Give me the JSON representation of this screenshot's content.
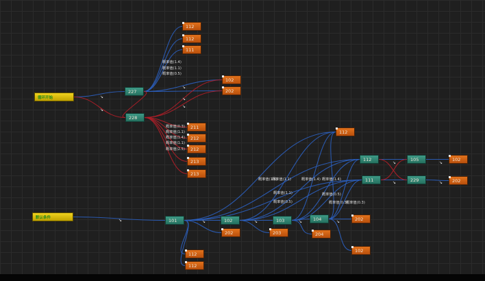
{
  "colors": {
    "background": "#1f1f1f",
    "wire_blue": "#2b5fbf",
    "wire_red": "#b01e28",
    "node_orange": "#d9661a",
    "node_teal": "#2f8a76",
    "node_yellow": "#e6c30a"
  },
  "graph": {
    "nodes": [
      {
        "id": "start1",
        "type": "yellow",
        "label": "循环开始",
        "interactable": true
      },
      {
        "id": "start2",
        "type": "yellow",
        "label": "默认条件",
        "interactable": true
      },
      {
        "id": "t227",
        "type": "teal",
        "label": "227"
      },
      {
        "id": "t228",
        "type": "teal",
        "label": "228"
      },
      {
        "id": "t101",
        "type": "teal",
        "label": "101"
      },
      {
        "id": "t102",
        "type": "teal",
        "label": "102"
      },
      {
        "id": "t103",
        "type": "teal",
        "label": "103"
      },
      {
        "id": "t104",
        "type": "teal",
        "label": "104"
      },
      {
        "id": "t112r",
        "type": "teal",
        "label": "112"
      },
      {
        "id": "t111r",
        "type": "teal",
        "label": "111"
      },
      {
        "id": "t105",
        "type": "teal",
        "label": "105"
      },
      {
        "id": "t229",
        "type": "teal",
        "label": "229"
      },
      {
        "id": "o112a",
        "type": "orange",
        "label": "112"
      },
      {
        "id": "o112b",
        "type": "orange",
        "label": "112"
      },
      {
        "id": "o111a",
        "type": "orange",
        "label": "111"
      },
      {
        "id": "o102a",
        "type": "orange",
        "label": "102"
      },
      {
        "id": "o202a",
        "type": "orange",
        "label": "202"
      },
      {
        "id": "o211",
        "type": "orange",
        "label": "211"
      },
      {
        "id": "o212a",
        "type": "orange",
        "label": "212"
      },
      {
        "id": "o212b",
        "type": "orange",
        "label": "212"
      },
      {
        "id": "o213a",
        "type": "orange",
        "label": "213"
      },
      {
        "id": "o213b",
        "type": "orange",
        "label": "213"
      },
      {
        "id": "o112c",
        "type": "orange",
        "label": "112"
      },
      {
        "id": "o102b",
        "type": "orange",
        "label": "102"
      },
      {
        "id": "o202b",
        "type": "orange",
        "label": "202"
      },
      {
        "id": "o202c",
        "type": "orange",
        "label": "202"
      },
      {
        "id": "o203",
        "type": "orange",
        "label": "203"
      },
      {
        "id": "o204",
        "type": "orange",
        "label": "204"
      },
      {
        "id": "o202d",
        "type": "orange",
        "label": "202"
      },
      {
        "id": "o102c",
        "type": "orange",
        "label": "102"
      },
      {
        "id": "o112d",
        "type": "orange",
        "label": "112"
      },
      {
        "id": "o112e",
        "type": "orange",
        "label": "112"
      }
    ],
    "edge_labels": [
      "概率值(1.4)",
      "概率值(1.1)",
      "概率值(0.5)",
      "概率值(0.3)",
      "概率值(1.1)",
      "概率值(1.4)",
      "概率值(1.1)",
      "概率值(2.5)",
      "概率值(1.4)",
      "概率值(1.1)",
      "概率值(1.4)",
      "概率值(1.4)",
      "概率值(1.1)",
      "概率值(0.5)",
      "概率值(0.5)",
      "概率值(0.3)",
      "概率值(0.3)"
    ]
  }
}
